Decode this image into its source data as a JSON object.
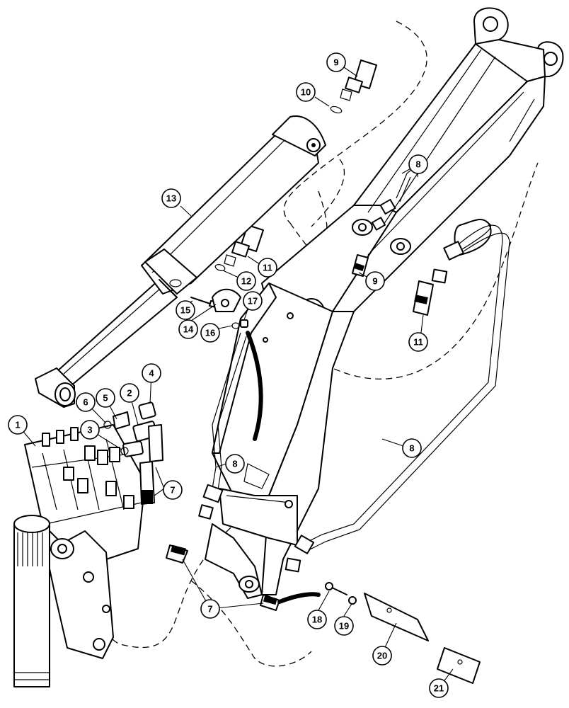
{
  "callouts": [
    {
      "id": "c1",
      "label": "1"
    },
    {
      "id": "c2",
      "label": "2"
    },
    {
      "id": "c3",
      "label": "3"
    },
    {
      "id": "c4",
      "label": "4"
    },
    {
      "id": "c5",
      "label": "5"
    },
    {
      "id": "c6",
      "label": "6"
    },
    {
      "id": "c7a",
      "label": "7"
    },
    {
      "id": "c7b",
      "label": "7"
    },
    {
      "id": "c8a",
      "label": "8"
    },
    {
      "id": "c8b",
      "label": "8"
    },
    {
      "id": "c8c",
      "label": "8"
    },
    {
      "id": "c9a",
      "label": "9"
    },
    {
      "id": "c9b",
      "label": "9"
    },
    {
      "id": "c10",
      "label": "10"
    },
    {
      "id": "c11a",
      "label": "11"
    },
    {
      "id": "c11b",
      "label": "11"
    },
    {
      "id": "c12",
      "label": "12"
    },
    {
      "id": "c13",
      "label": "13"
    },
    {
      "id": "c14",
      "label": "14"
    },
    {
      "id": "c15",
      "label": "15"
    },
    {
      "id": "c16",
      "label": "16"
    },
    {
      "id": "c17",
      "label": "17"
    },
    {
      "id": "c18",
      "label": "18"
    },
    {
      "id": "c19",
      "label": "19"
    },
    {
      "id": "c20",
      "label": "20"
    },
    {
      "id": "c21",
      "label": "21"
    }
  ]
}
